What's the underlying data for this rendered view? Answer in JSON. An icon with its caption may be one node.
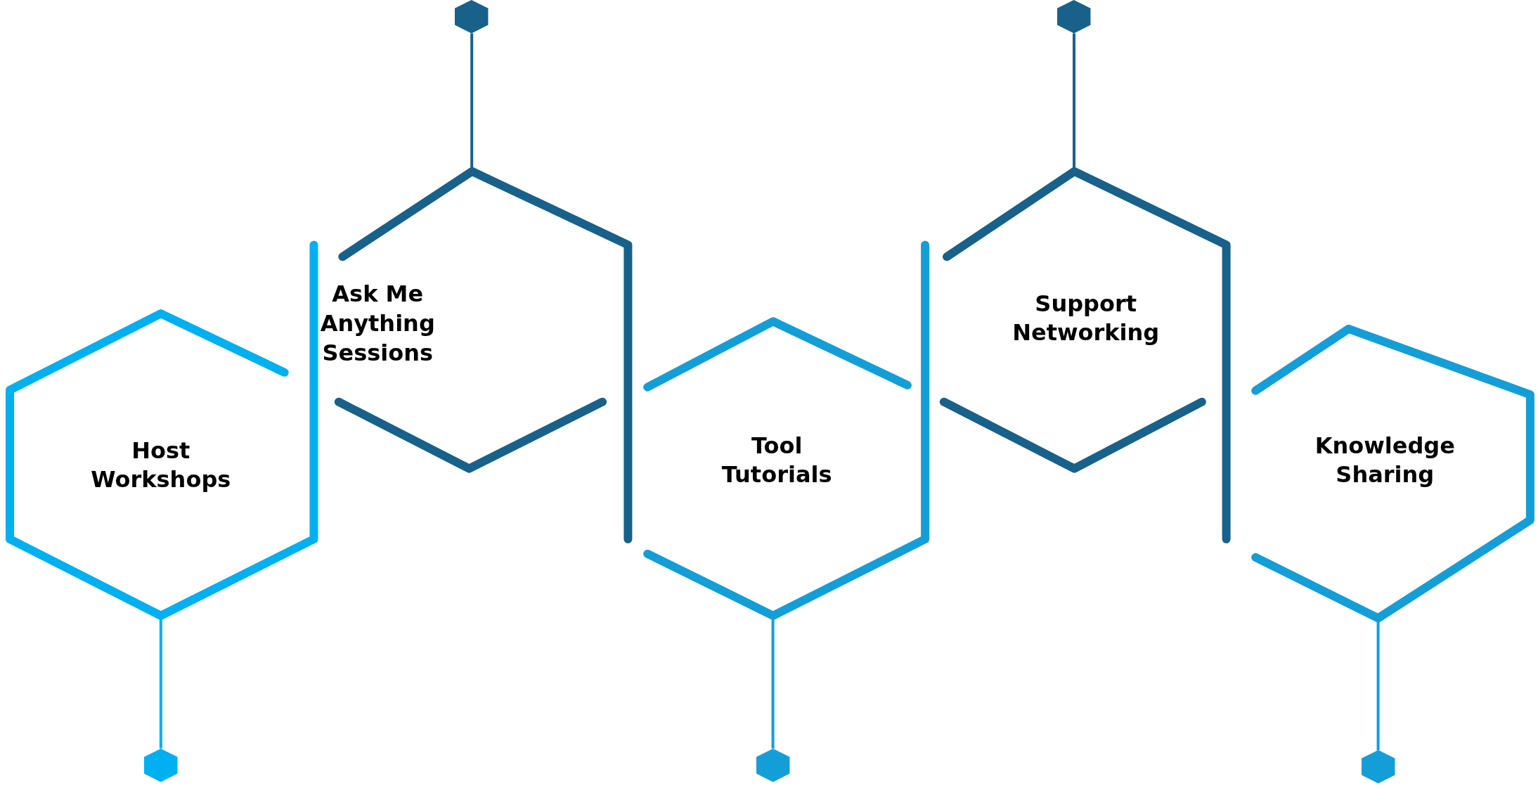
{
  "diagram": {
    "nodes": [
      {
        "text": [
          "Host Workshops"
        ]
      },
      {
        "text": [],
        "shape": "hexagon"
      },
      {
        "text": [
          "Ask Me Anything Sessions"
        ]
      },
      {
        "text": [],
        "shape": "hexagon"
      },
      {
        "text": [
          "Tool Tutorials"
        ]
      },
      {
        "text": [],
        "shape": "hexagon"
      },
      {
        "text": [
          "Support Networking"
        ]
      },
      {
        "text": [],
        "shape": "hexagon"
      },
      {
        "text": [
          "Knowledge Sharing"
        ]
      },
      {
        "text": [],
        "shape": "hexagon"
      }
    ],
    "edges": [
      {
        "from": 0,
        "to": 1,
        "arrow": "none",
        "color": "#00b0f0"
      },
      {
        "from": 2,
        "to": 3,
        "arrow": "none",
        "color": "#17618a"
      },
      {
        "from": 4,
        "to": 5,
        "arrow": "none",
        "color": "#149ed7"
      },
      {
        "from": 6,
        "to": 7,
        "arrow": "none",
        "color": "#17618a"
      },
      {
        "from": 8,
        "to": 9,
        "arrow": "none",
        "color": "#149ed7"
      }
    ]
  }
}
